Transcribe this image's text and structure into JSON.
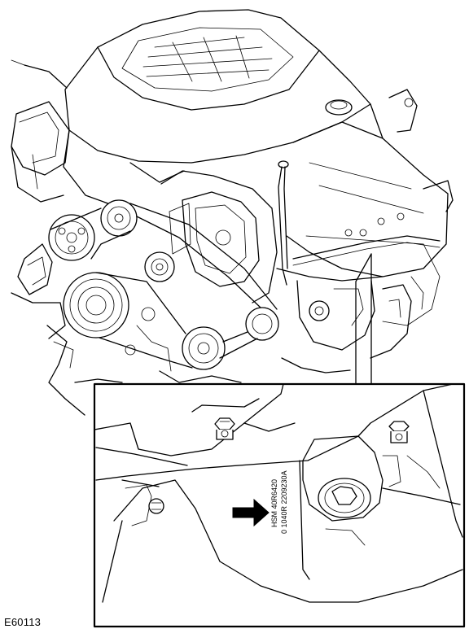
{
  "figure": {
    "id_label": "E60113",
    "stamp_text_line1": "HSM 40R6420",
    "stamp_text_line2": "0 1040R 2209230A"
  }
}
